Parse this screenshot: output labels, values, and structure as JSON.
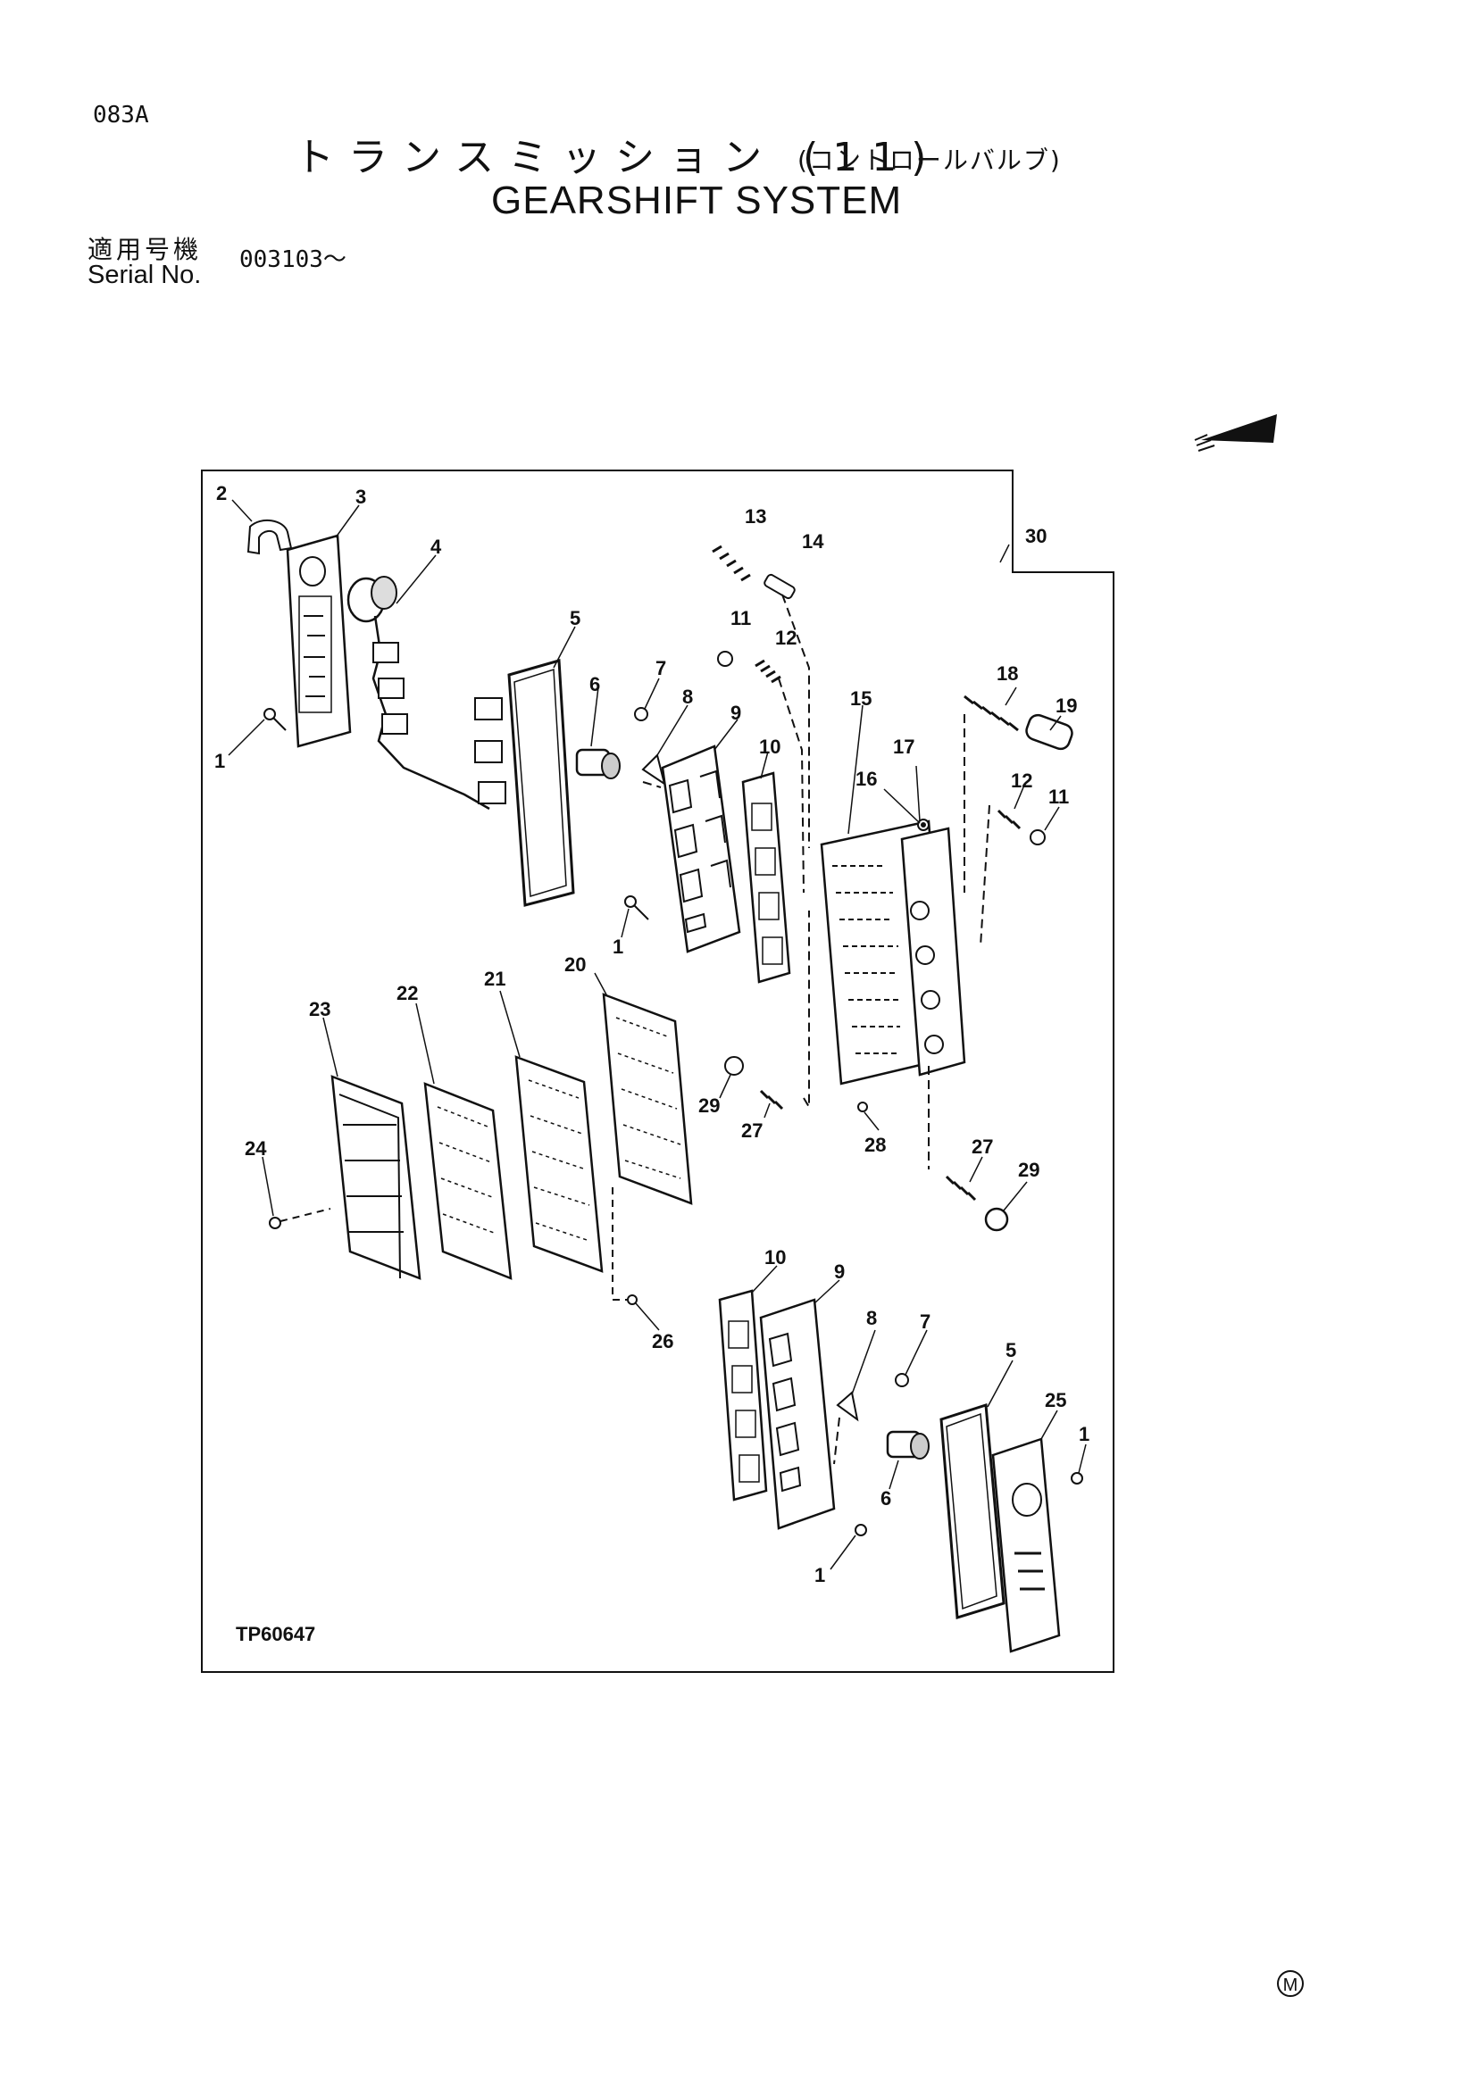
{
  "header": {
    "page_code": "083A",
    "title_jp": "トランスミッション (11)",
    "title_jp_sub": "(コントロールバルブ)",
    "title_en": "GEARSHIFT  SYSTEM",
    "serial_label_jp": "適用号機",
    "serial_label_en": "Serial No.",
    "serial_value": "003103～"
  },
  "diagram": {
    "ref_code": "TP60647",
    "callouts": [
      "1",
      "2",
      "3",
      "4",
      "5",
      "6",
      "7",
      "8",
      "9",
      "10",
      "11",
      "12",
      "13",
      "14",
      "15",
      "16",
      "17",
      "18",
      "19",
      "20",
      "21",
      "22",
      "23",
      "24",
      "25",
      "26",
      "27",
      "28",
      "29",
      "30"
    ]
  },
  "footer": {
    "mark": "M"
  },
  "colors": {
    "ink": "#111111",
    "paper": "#ffffff"
  }
}
